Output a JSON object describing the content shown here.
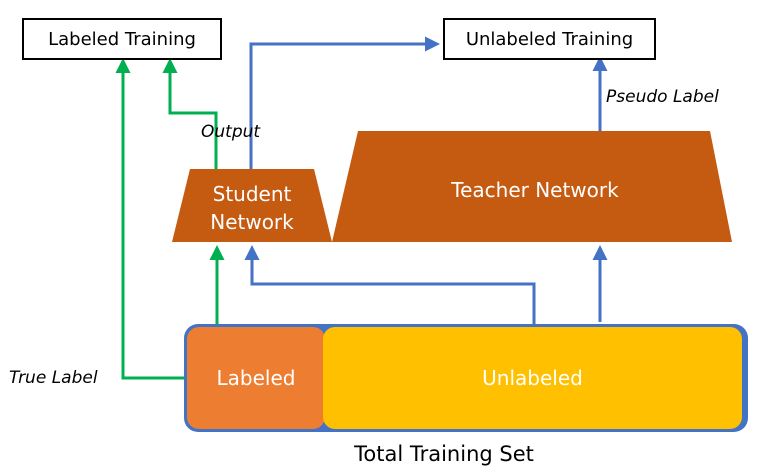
{
  "nodes": {
    "labeled_training": "Labeled Training",
    "unlabeled_training": "Unlabeled Training",
    "student_network": [
      "Student",
      "Network"
    ],
    "teacher_network": "Teacher Network",
    "labeled": "Labeled",
    "unlabeled": "Unlabeled"
  },
  "edge_labels": {
    "output": "Output",
    "pseudo_label": "Pseudo Label",
    "true_label": "True Label"
  },
  "caption": "Total Training Set",
  "colors": {
    "network_fill": "#c55a11",
    "labeled_fill": "#ed7d31",
    "unlabeled_fill": "#ffc000",
    "container_fill": "#4472c4",
    "green_arrow": "#00b050",
    "blue_arrow": "#4472c4"
  }
}
